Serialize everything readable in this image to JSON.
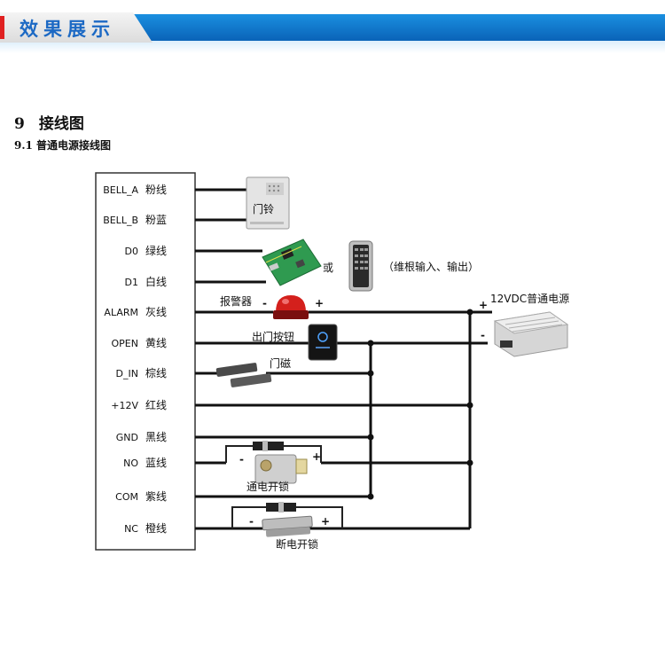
{
  "header": {
    "title": "效果展示"
  },
  "section": {
    "number": "9",
    "title": "接线图"
  },
  "subsection": {
    "title": "9.1 普通电源接线图"
  },
  "terminals": [
    {
      "signal": "BELL_A",
      "color": "粉线"
    },
    {
      "signal": "BELL_B",
      "color": "粉蓝"
    },
    {
      "signal": "D0",
      "color": "绿线"
    },
    {
      "signal": "D1",
      "color": "白线"
    },
    {
      "signal": "ALARM",
      "color": "灰线"
    },
    {
      "signal": "OPEN",
      "color": "黄线"
    },
    {
      "signal": "D_IN",
      "color": "棕线"
    },
    {
      "signal": "+12V",
      "color": "红线"
    },
    {
      "signal": "GND",
      "color": "黑线"
    },
    {
      "signal": "NO",
      "color": "蓝线"
    },
    {
      "signal": "COM",
      "color": "紫线"
    },
    {
      "signal": "NC",
      "color": "橙线"
    }
  ],
  "devices": {
    "doorbell": {
      "label": "门铃"
    },
    "or_label": "或",
    "reader_note": "（维根输入、输出）",
    "alarm": {
      "label": "报警器",
      "minus": "-",
      "plus": "+"
    },
    "exit_button": {
      "label": "出门按钮"
    },
    "magnet": {
      "label": "门磁"
    },
    "power": {
      "label": "12VDC普通电源",
      "plus": "+",
      "minus": "-"
    },
    "lock_no": {
      "label": "通电开锁",
      "minus": "-",
      "plus": "+"
    },
    "lock_nc": {
      "label": "断电开锁",
      "minus": "-",
      "plus": "+"
    }
  },
  "colors": {
    "banner": "#1279d0",
    "title": "#1c69c4",
    "accent": "#e02020",
    "wire": "#111111"
  }
}
